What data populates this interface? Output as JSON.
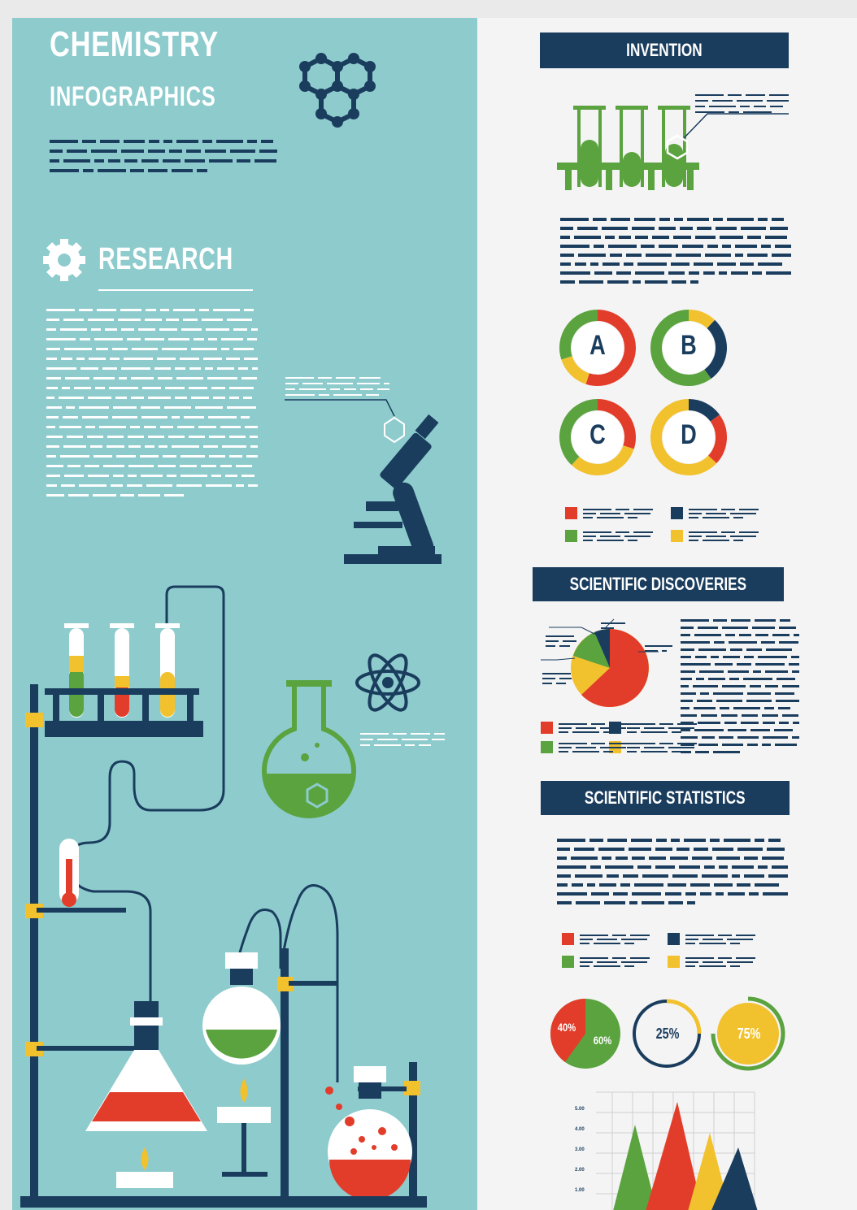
{
  "left_panel": {
    "title_line1": "CHEMISTRY",
    "title_line2": "INFOGRAPHICS",
    "research_heading": "RESEARCH"
  },
  "right_panel": {
    "invention_header": "INVENTION",
    "ring_labels": [
      "A",
      "B",
      "C",
      "D"
    ],
    "discoveries_header": "SCIENTIFIC DISCOVERIES",
    "statistics_header": "SCIENTIFIC STATISTICS",
    "stat_circles": [
      {
        "label_red": "40%",
        "label_green": "60%"
      },
      {
        "label": "25%"
      },
      {
        "label": "75%"
      }
    ],
    "area_chart_ticks": [
      "5.00",
      "4.00",
      "3.00",
      "2.00",
      "1.00"
    ]
  },
  "colors": {
    "panel_teal": "#8ecbcd",
    "navy": "#1a3d5e",
    "red": "#e23d2a",
    "green": "#5aa33f",
    "yellow": "#f2c12e",
    "white": "#ffffff"
  },
  "icons": [
    "hexagon-molecule-icon",
    "gear-icon",
    "test-tubes-icon",
    "microscope-icon",
    "atom-icon",
    "flask-icon",
    "thermometer-icon",
    "candle-icon"
  ]
}
